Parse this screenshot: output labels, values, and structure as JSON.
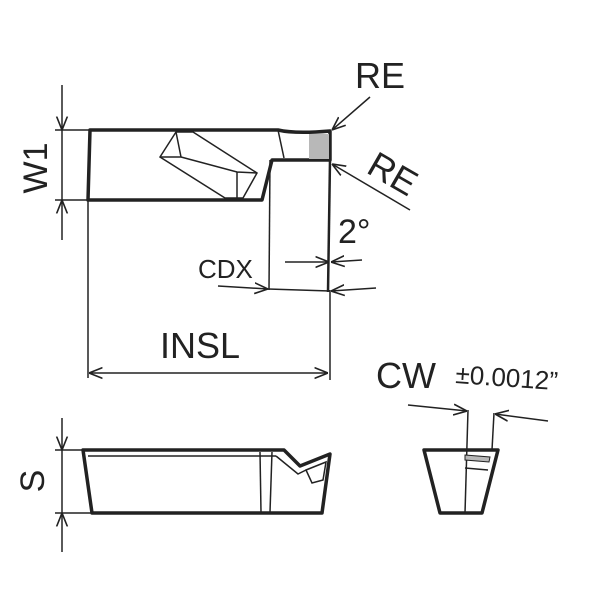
{
  "labels": {
    "re_top": "RE",
    "re_side": "RE",
    "w1": "W1",
    "angle": "2°",
    "cdx": "CDX",
    "insl": "INSL",
    "s": "S",
    "cw": "CW",
    "cw_tolerance": "±0.0012”"
  },
  "colors": {
    "line": "#222222",
    "tip_fill": "#b8b8b8"
  }
}
